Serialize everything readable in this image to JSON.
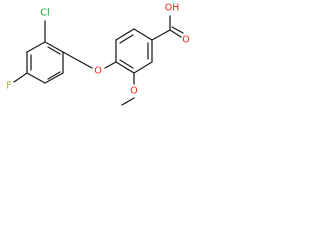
{
  "molecule": {
    "labels": {
      "cl": "Cl",
      "f": "F",
      "o_ether": "O",
      "o_methoxy": "O",
      "o_carbonyl": "O",
      "oh": "OH"
    },
    "colors": {
      "bond": "#1a1a1a",
      "chlorine": "#22a53a",
      "fluorine": "#8fbf2e",
      "oxygen": "#e8261c"
    }
  }
}
